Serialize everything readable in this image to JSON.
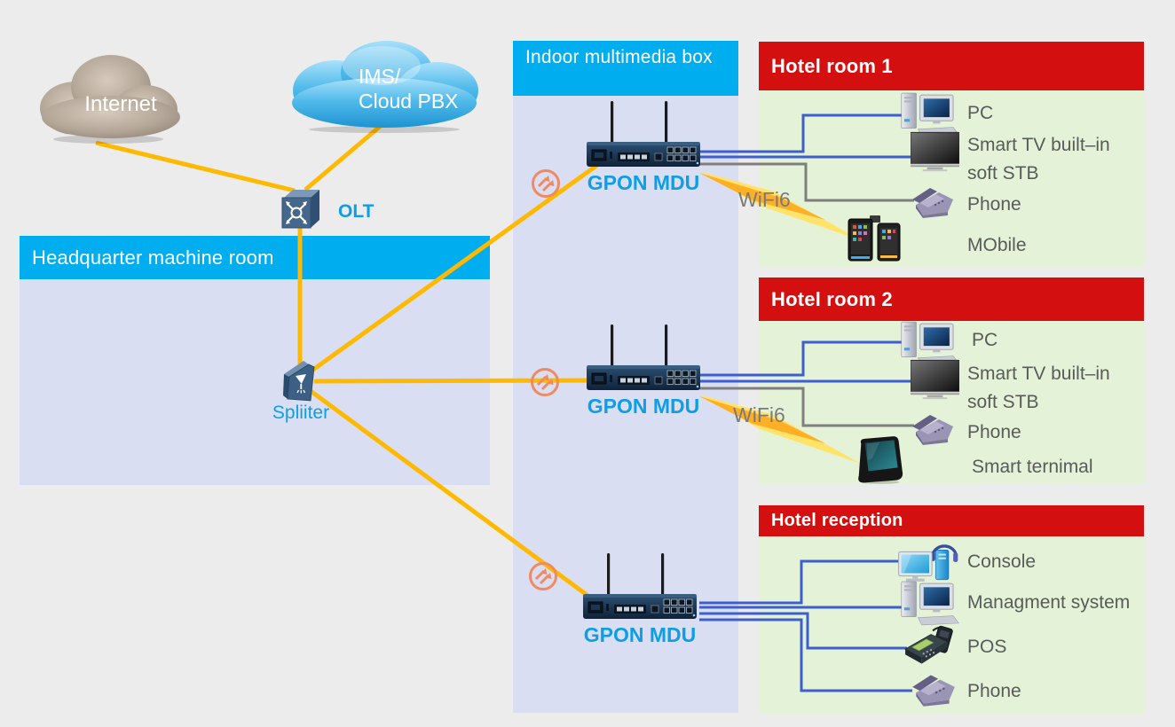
{
  "colors": {
    "background": "#ECECEC",
    "cyan_header": "#00ADEF",
    "lavender_panel": "#D9DEF2",
    "red_header": "#D40F0F",
    "green_panel": "#E4F3D8",
    "yellow_line": "#FFB900",
    "blue_line": "#3D5ECF",
    "gray_line": "#7F7F7F",
    "blue_label": "#0C9EE6",
    "device_label_gray": "#5A5A5A"
  },
  "clouds": {
    "internet": {
      "label": "Internet"
    },
    "ims_cloud_pbx": {
      "line1": "IMS/",
      "line2": "Cloud PBX"
    }
  },
  "olt": {
    "label": "OLT"
  },
  "headquarter": {
    "title": "Headquarter machine room",
    "splitter": {
      "label": "Spliiter"
    }
  },
  "indoor_box": {
    "title": "Indoor multimedia box",
    "mdu_label": "GPON MDU"
  },
  "wifi": {
    "label": "WiFi6"
  },
  "rooms": {
    "room1": {
      "title": "Hotel room 1",
      "items": {
        "pc": "PC",
        "tv_line1": "Smart TV built–in",
        "tv_line2": "soft STB",
        "phone": "Phone",
        "mobile": "MObile"
      }
    },
    "room2": {
      "title": "Hotel room 2",
      "items": {
        "pc": "PC",
        "tv_line1": "Smart TV built–in",
        "tv_line2": "soft STB",
        "phone": "Phone",
        "terminal": "Smart ternimal"
      }
    },
    "reception": {
      "title": "Hotel reception",
      "items": {
        "console": "Console",
        "management": "Managment system",
        "pos": "POS",
        "phone": "Phone"
      }
    }
  },
  "icons": {
    "internet_cloud": "cloud-icon",
    "ims_cloud": "cloud-icon",
    "olt": "switch-cube-icon",
    "splitter": "optical-splitter-icon",
    "gpon_mdu": "wifi-router-icon",
    "connector": "fiber-link-icon",
    "pc": "desktop-pc-icon",
    "tv": "flat-tv-icon",
    "phone": "desk-phone-icon",
    "mobile": "tablets-icon",
    "terminal": "smart-terminal-icon",
    "console": "console-headset-icon",
    "pos": "pos-terminal-icon"
  }
}
